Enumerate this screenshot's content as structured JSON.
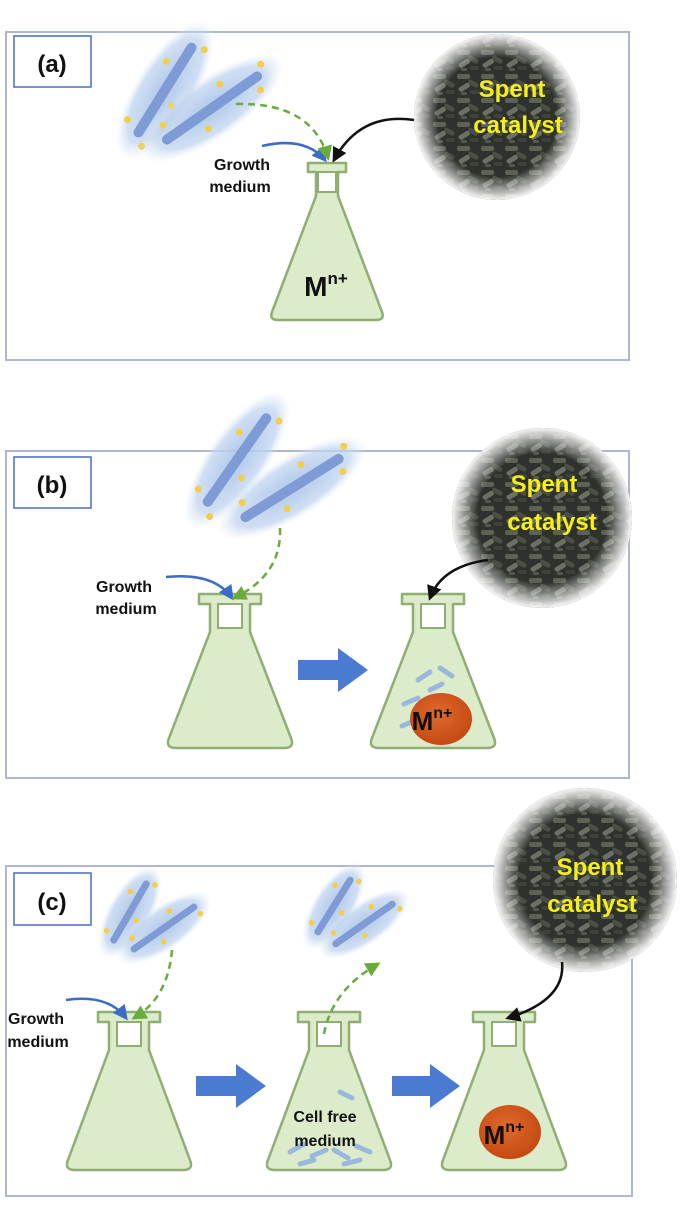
{
  "panels": [
    {
      "label": "(a)",
      "growth_medium": [
        "Growth",
        "medium"
      ],
      "spent_catalyst": [
        "Spent",
        "catalyst"
      ],
      "metal_ion": {
        "base": "M",
        "sup": "n+"
      }
    },
    {
      "label": "(b)",
      "growth_medium": [
        "Growth",
        "medium"
      ],
      "spent_catalyst": [
        "Spent",
        "catalyst"
      ],
      "metal_ion": {
        "base": "M",
        "sup": "n+"
      }
    },
    {
      "label": "(c)",
      "growth_medium": [
        "Growth",
        "medium"
      ],
      "spent_catalyst": [
        "Spent",
        "catalyst"
      ],
      "cell_free_medium": [
        "Cell free",
        "medium"
      ],
      "metal_ion": {
        "base": "M",
        "sup": "n+"
      }
    }
  ],
  "colors": {
    "flask_fill": "#dcebc9",
    "flask_stroke": "#8fae74",
    "panel_border": "#aeb6d4",
    "label_box_border": "#4a6cc6",
    "process_arrow": "#4a7bd0",
    "growth_arrow": "#3c6cc8",
    "bacteria_arrow": "#6aab3e",
    "catalyst_arrow": "#111111",
    "catalyst_text": "#f5ef1a",
    "metal_blob": "#d2561a"
  }
}
